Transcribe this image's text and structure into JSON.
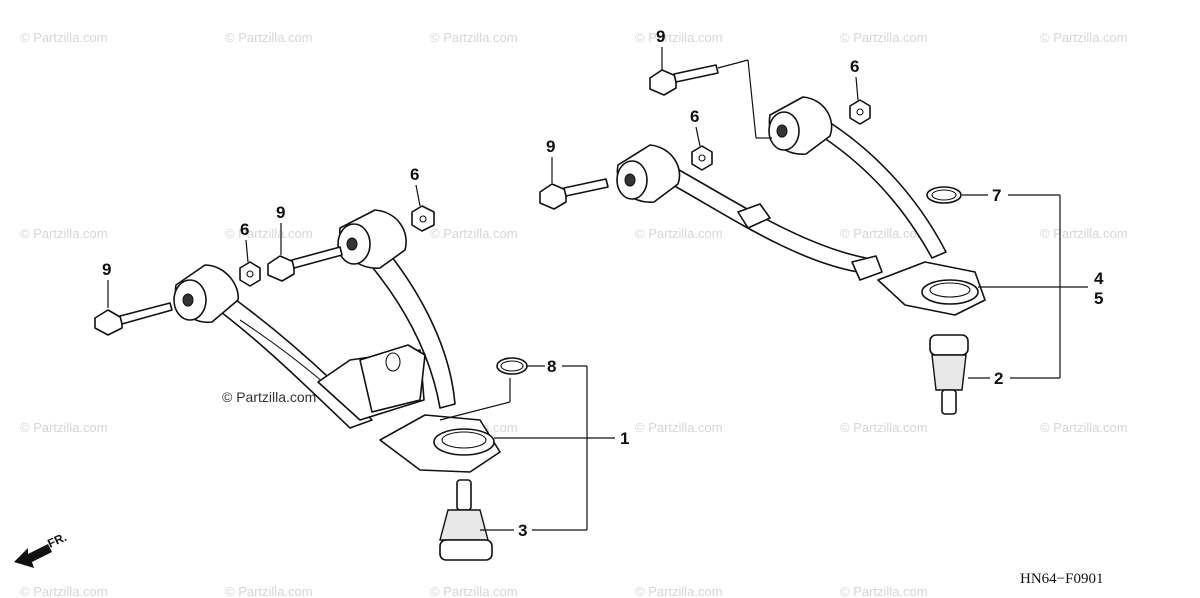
{
  "watermark": {
    "text": "© Partzilla.com",
    "dark_text": "© Partzilla.com"
  },
  "diagram_code": "HN64−F0901",
  "direction_label": "FR.",
  "callouts": {
    "left_bolt_outer": "9",
    "left_nut_outer": "6",
    "left_bolt_inner": "9",
    "left_nut_inner": "6",
    "left_snap_ring": "8",
    "left_arm": "1",
    "left_ball_joint": "3",
    "right_bolt_top": "9",
    "right_nut_top": "6",
    "right_bolt_mid": "9",
    "right_nut_mid": "6",
    "right_snap_ring": "7",
    "right_arm_a": "4",
    "right_arm_b": "5",
    "right_ball_joint": "2"
  },
  "colors": {
    "line": "#111111",
    "watermark": "#d6d6d6",
    "background": "#ffffff"
  }
}
